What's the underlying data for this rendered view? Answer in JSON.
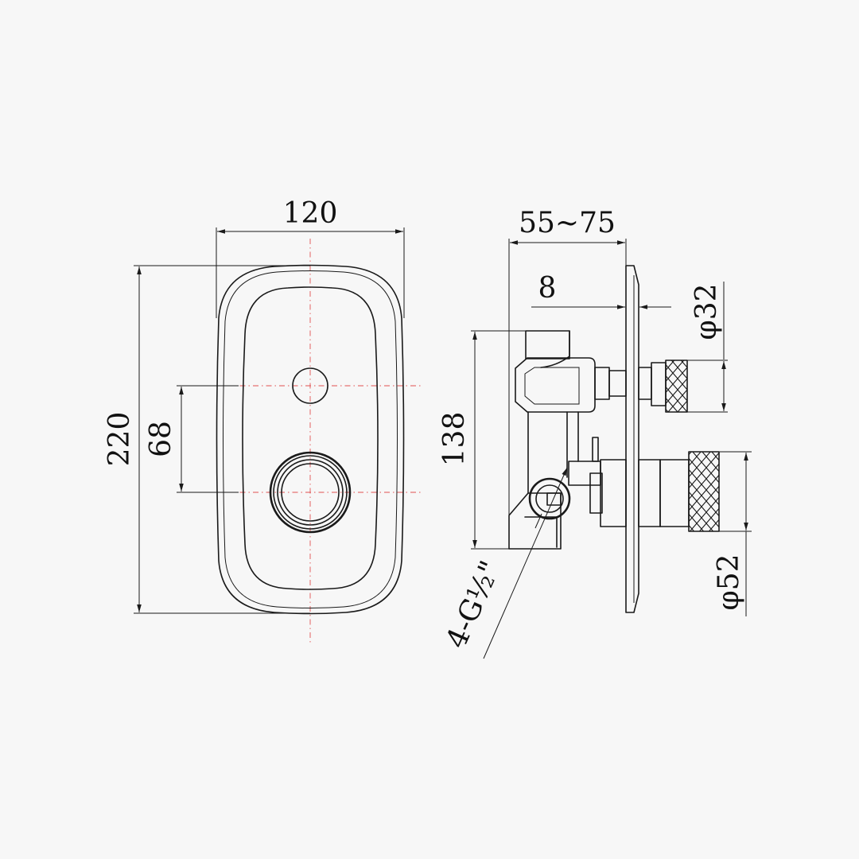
{
  "diagram": {
    "front_view": {
      "width_label": "120",
      "height_label": "220",
      "spacing_label": "68"
    },
    "side_view": {
      "depth_label": "55~75",
      "plate_label": "8",
      "body_height_label": "138",
      "small_knob_label": "φ32",
      "large_knob_label": "φ52",
      "thread_label": "4-G½\""
    },
    "colors": {
      "line": "#1a1a1a",
      "centerline": "#e05050",
      "background": "#f7f7f7"
    }
  }
}
